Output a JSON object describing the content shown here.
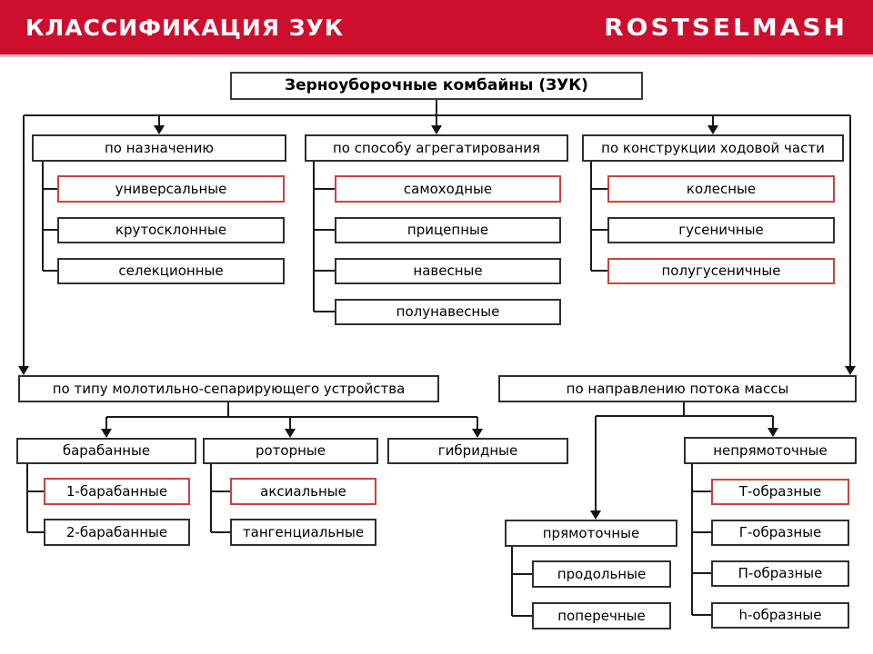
{
  "header": {
    "title": "КЛАССИФИКАЦИЯ ЗУК",
    "logo": "ROSTSELMASH"
  },
  "colors": {
    "header_bar": "#ce0e2d",
    "box_border": "#2f2f2f",
    "highlight_border": "#c9423e",
    "connector_line": "#1a1a1a",
    "text": "#000000"
  },
  "tree": {
    "root": "Зерноуборочные комбайны (ЗУК)",
    "purpose": {
      "label": "по назначению",
      "universal": "универсальные",
      "steep_slope": "крутосклонные",
      "selection": "селекционные"
    },
    "aggregation": {
      "label": "по способу агрегатирования",
      "self_propelled": "самоходные",
      "trailed": "прицепные",
      "mounted": "навесные",
      "semi_mounted": "полунавесные"
    },
    "chassis": {
      "label": "по конструкции ходовой части",
      "wheeled": "колесные",
      "tracked": "гусеничные",
      "half_tracked": "полугусеничные"
    },
    "threshing": {
      "label": "по типу молотильно-сепарирующего устройства",
      "drum": "барабанные",
      "rotor": "роторные",
      "hybrid": "гибридные",
      "one_drum": "1-барабанные",
      "two_drum": "2-барабанные",
      "axial": "аксиальные",
      "tangential": "тангенциальные"
    },
    "flow": {
      "label": "по направлению потока массы",
      "direct": "прямоточные",
      "indirect": "непрямоточные",
      "longitudinal": "продольные",
      "transverse": "поперечные",
      "t_shaped": "Т-образные",
      "g_shaped": "Г-образные",
      "p_shaped": "П-образные",
      "h_shaped": "h-образные"
    }
  },
  "emphasis": {
    "highlighted_nodes": [
      "универсальные",
      "самоходные",
      "колесные",
      "полугусеничные",
      "1-барабанные",
      "аксиальные",
      "Т-образные"
    ]
  }
}
